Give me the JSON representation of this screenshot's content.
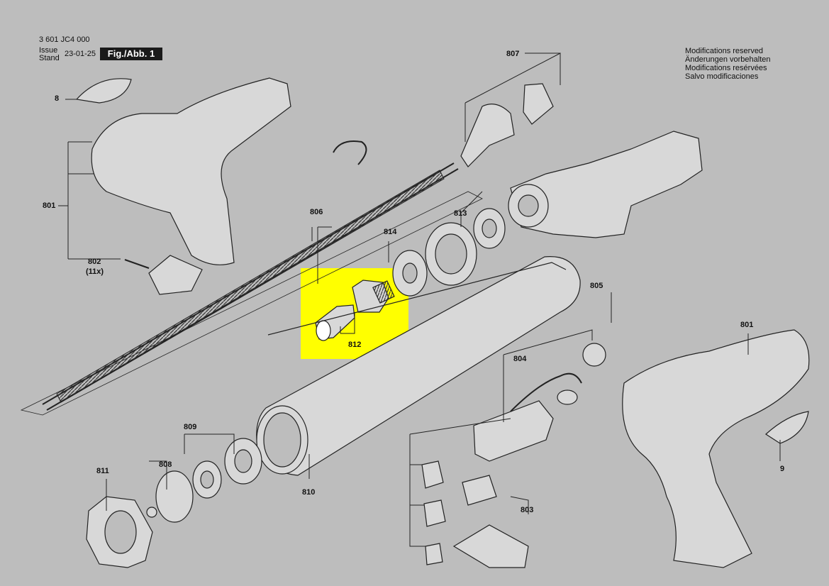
{
  "header": {
    "doc_number": "3 601 JC4 000",
    "issue_label": "Issue",
    "stand_label": "Stand",
    "date": "23-01-25",
    "figure": "Fig./Abb. 1"
  },
  "notes": [
    "Modifications reserved",
    "Änderungen vorbehalten",
    "Modifications resérvées",
    "Salvo modificaciones"
  ],
  "parts": {
    "p8": "8",
    "p801_left": "801",
    "p802": "802",
    "p802_qty": "(11x)",
    "p806": "806",
    "p807": "807",
    "p813": "813",
    "p814": "814",
    "p812": "812",
    "p805": "805",
    "p801_right": "801",
    "p804": "804",
    "p809": "809",
    "p808": "808",
    "p811": "811",
    "p810": "810",
    "p803": "803",
    "p9": "9"
  },
  "colors": {
    "background": "#bdbdbd",
    "highlight": "#ffff00",
    "line": "#222222"
  }
}
